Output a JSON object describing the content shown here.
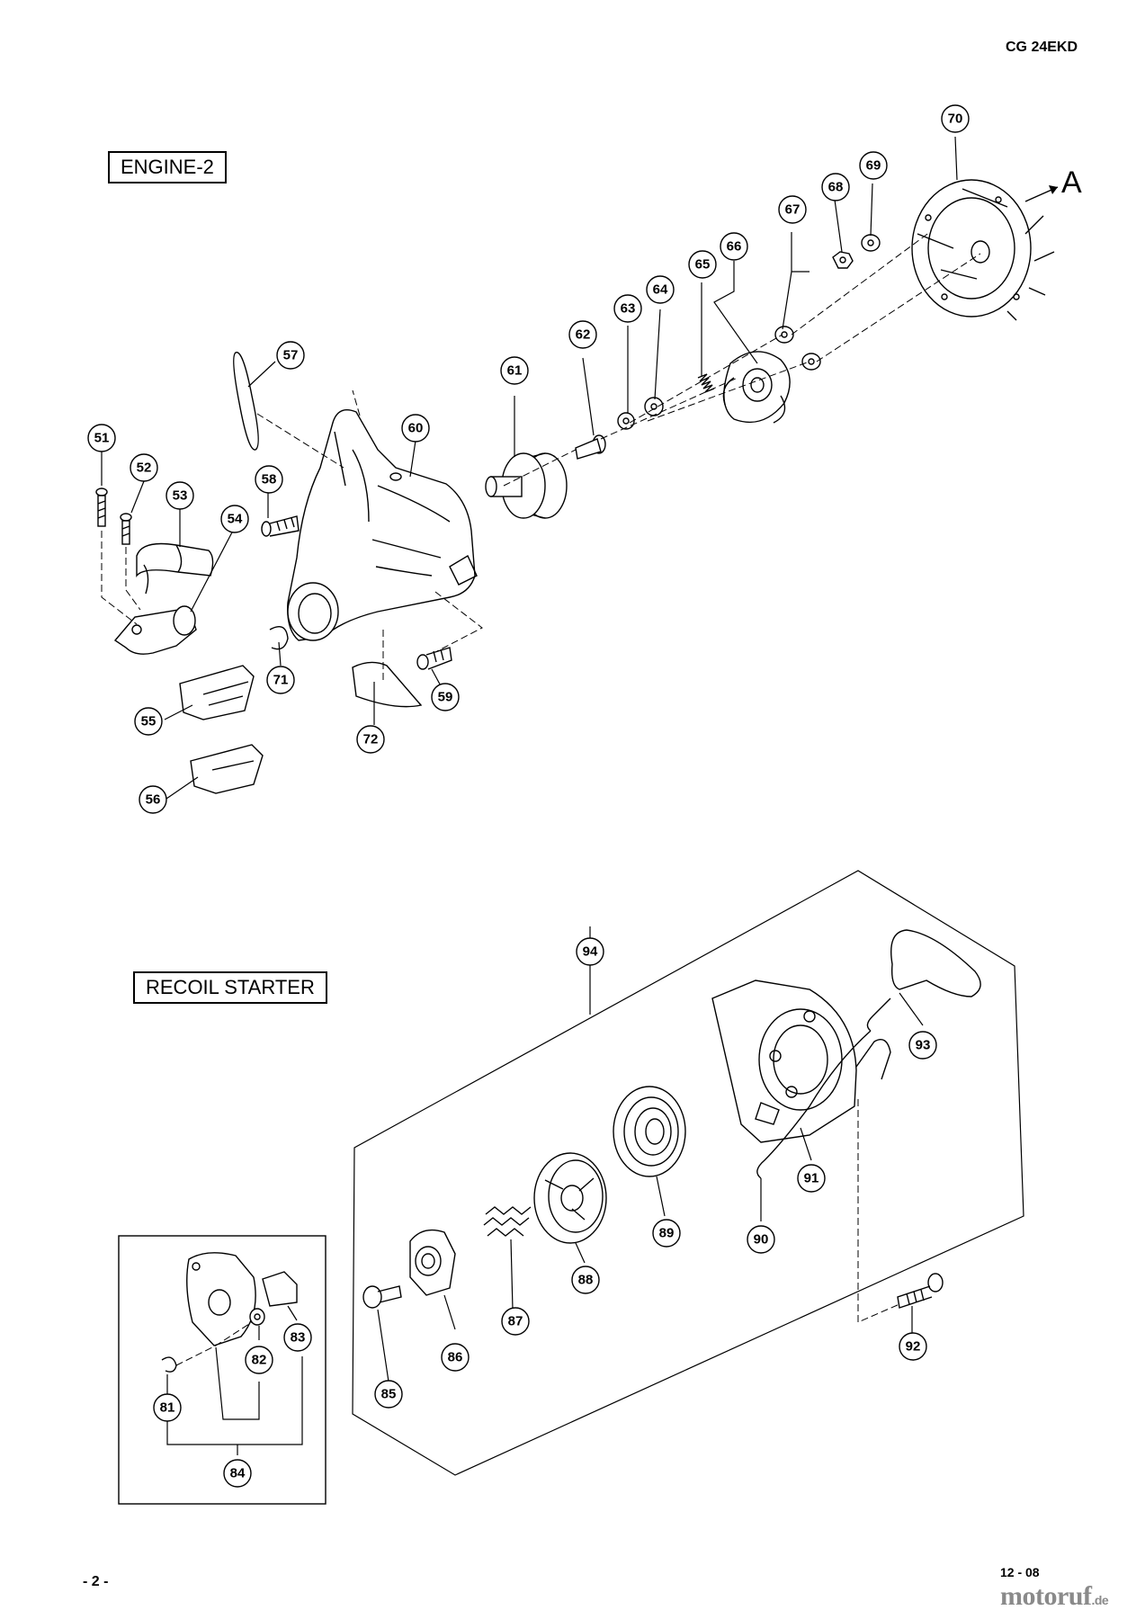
{
  "header": {
    "model": "CG 24EKD"
  },
  "sections": {
    "engine": {
      "label": "ENGINE-2",
      "reference_letter": "A"
    },
    "recoil": {
      "label": "RECOIL STARTER"
    }
  },
  "callouts": [
    "51",
    "52",
    "53",
    "54",
    "55",
    "56",
    "57",
    "58",
    "59",
    "60",
    "61",
    "62",
    "63",
    "64",
    "65",
    "66",
    "67",
    "68",
    "69",
    "70",
    "71",
    "72",
    "81",
    "82",
    "83",
    "84",
    "85",
    "86",
    "87",
    "88",
    "89",
    "90",
    "91",
    "92",
    "93",
    "94"
  ],
  "footer": {
    "page": "- 2 -",
    "date": "12 - 08",
    "watermark": "motoruf",
    "watermark_suffix": ".de"
  }
}
